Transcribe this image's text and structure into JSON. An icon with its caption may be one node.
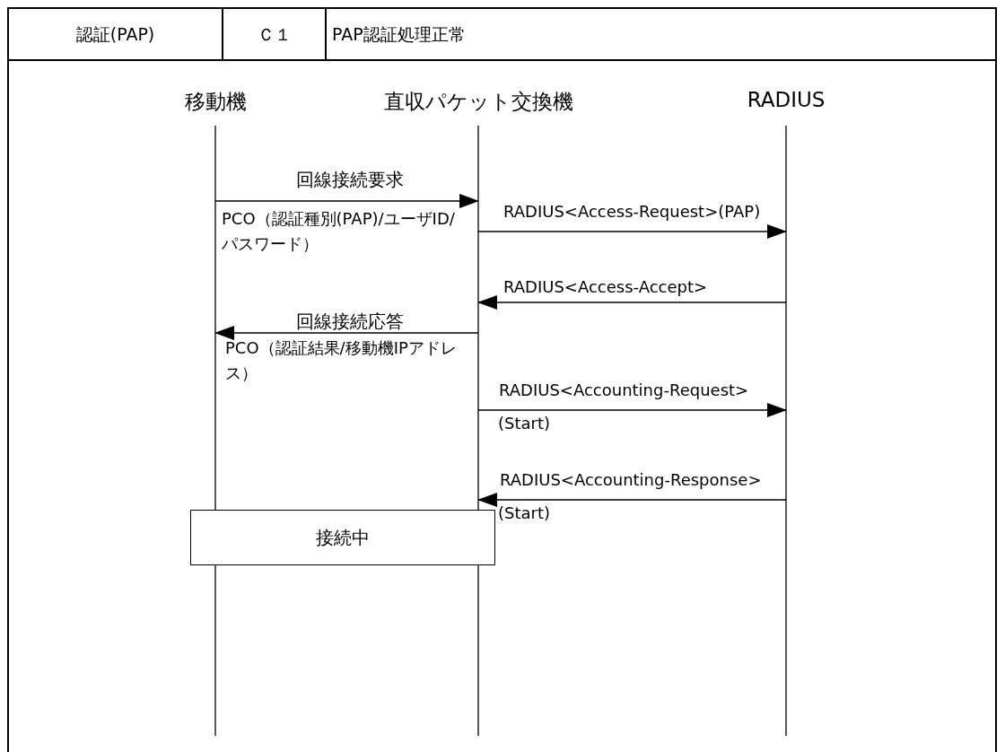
{
  "diagram": {
    "nodes": [
      {
        "text": [
          "移動機"
        ]
      },
      {
        "text": [
          "直収パケット交換機"
        ]
      },
      {
        "text": [
          "RADIUS"
        ]
      },
      {
        "text": [
          "接続中"
        ]
      }
    ],
    "edges": [
      {
        "from": 0,
        "to": 1,
        "arrow": "to",
        "label": "回線接続要求"
      },
      {
        "from": 1,
        "to": 2,
        "arrow": "to",
        "label": "RADIUS<Access-Request>(PAP)"
      },
      {
        "from": 2,
        "to": 1,
        "arrow": "to",
        "label": "RADIUS<Access-Accept>"
      },
      {
        "from": 1,
        "to": 0,
        "arrow": "to",
        "label": "回線接続応答"
      },
      {
        "from": 1,
        "to": 2,
        "arrow": "to",
        "label": "RADIUS<Accounting-Request>"
      },
      {
        "from": 2,
        "to": 1,
        "arrow": "to",
        "label": "RADIUS<Accounting-Response>"
      }
    ],
    "labels": [
      "認証(PAP)",
      "Ｃ１",
      "PAP認証処理正常",
      "PCO（認証種別(PAP)/ユーザID/パスワード）",
      "PCO（認証結果/移動機IPアドレス）",
      "(Start)",
      "(Start)"
    ]
  }
}
